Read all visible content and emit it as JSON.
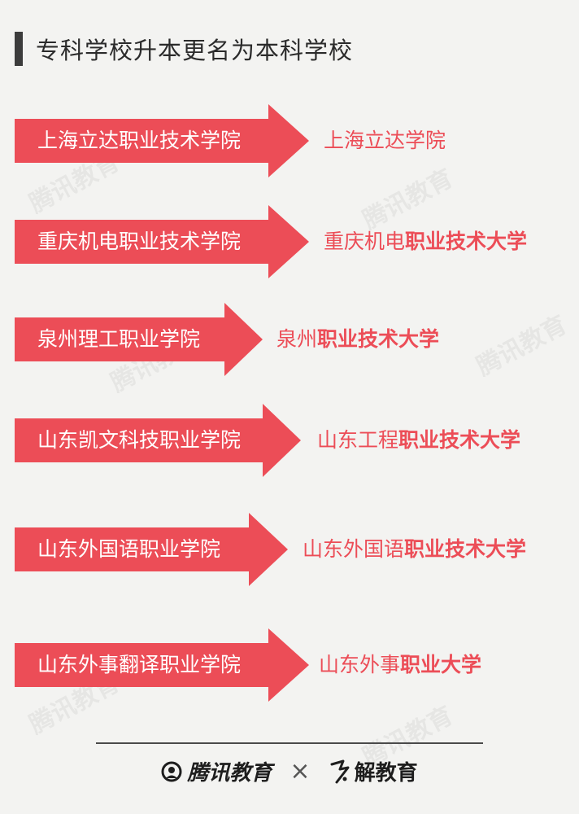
{
  "title": "专科学校升本更名为本科学校",
  "colors": {
    "accent": "#ec4d57",
    "title_bar": "#3c3c3c",
    "background": "#f3f3f1"
  },
  "rows": [
    {
      "from": "上海立达职业技术学院",
      "to_normal": "上海立达学院",
      "to_bold": ""
    },
    {
      "from": "重庆机电职业技术学院",
      "to_normal": "重庆机电",
      "to_bold": "职业技术大学"
    },
    {
      "from": "泉州理工职业学院",
      "to_normal": "泉州",
      "to_bold": "职业技术大学"
    },
    {
      "from": "山东凯文科技职业学院",
      "to_normal": "山东工程",
      "to_bold": "职业技术大学"
    },
    {
      "from": "山东外国语职业学院",
      "to_normal": "山东外国语",
      "to_bold": "职业技术大学"
    },
    {
      "from": "山东外事翻译职业学院",
      "to_normal": "山东外事",
      "to_bold": "职业大学"
    }
  ],
  "watermark": "腾讯教育",
  "footer": {
    "logo1_icon": "tencent-edu-logo-icon",
    "logo1_text": "腾讯教育",
    "separator": "×",
    "logo2_icon": "tujie-logo-icon",
    "logo2_text": "解教育"
  }
}
